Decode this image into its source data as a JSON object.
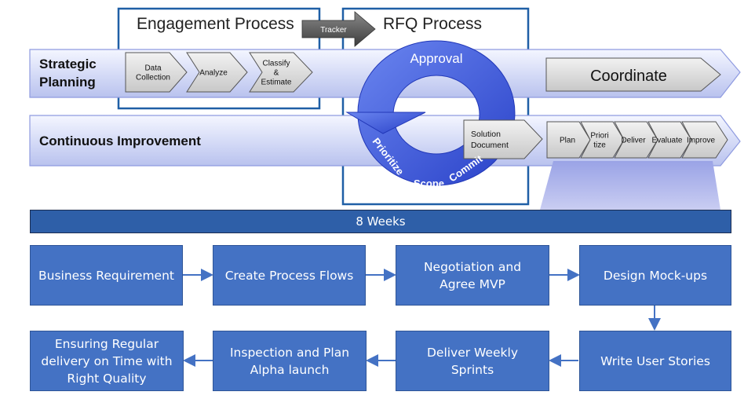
{
  "headers": {
    "engagement": "Engagement Process",
    "rfq": "RFQ Process",
    "tracker": "Tracker"
  },
  "lanes": {
    "strategic": "Strategic\nPlanning",
    "continuous": "Continuous Improvement"
  },
  "strategic_steps": [
    "Data\nCollection",
    "Analyze",
    "Classify\n&\nEstimate"
  ],
  "coordinate": "Coordinate",
  "cycle": {
    "approval": "Approval",
    "prioritize": "Prioritize",
    "scope": "Scope",
    "commit": "Commit"
  },
  "solution_document": "Solution\nDocument",
  "ci_steps": [
    "Plan",
    "Priori\ntize",
    "Deliver",
    "Evaluate",
    "Improve"
  ],
  "weeks_bar": "8 Weeks",
  "flow": {
    "row1": [
      "Business Requirement",
      "Create Process Flows",
      "Negotiation and\nAgree MVP",
      "Design Mock-ups"
    ],
    "row2": [
      "Ensuring Regular\ndelivery on Time with\nRight Quality",
      "Inspection and Plan\nAlpha launch",
      "Deliver Weekly\nSprints",
      "Write User Stories"
    ]
  },
  "colors": {
    "flow_box": "#4472C4",
    "weeks_bar": "#2E5FA8",
    "frame": "#1F5FA6",
    "cycle": "#3D5CE0"
  }
}
